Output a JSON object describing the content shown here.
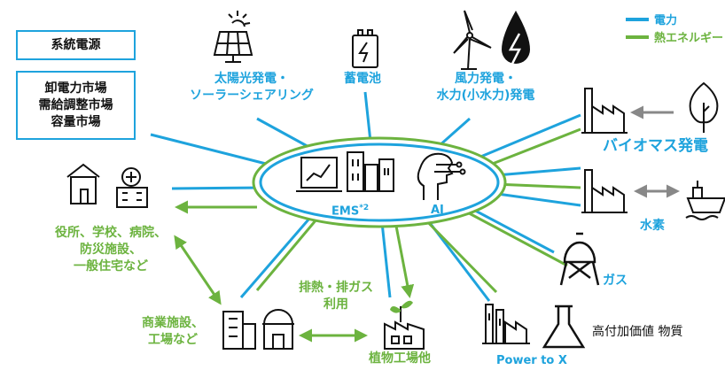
{
  "legend": {
    "electric": {
      "label": "電力",
      "color": "#1ea3dd"
    },
    "heat": {
      "label": "熱エネルギー",
      "color": "#6cb33f"
    }
  },
  "boxes": {
    "grid_source": "系統電源",
    "markets_line1": "卸電力市場",
    "markets_line2": "需給調整市場",
    "markets_line3": "容量市場"
  },
  "hub": {
    "ems_label": "EMS",
    "ems_superscript": "*2",
    "ai_label": "AI"
  },
  "nodes": {
    "solar_line1": "太陽光発電・",
    "solar_line2": "ソーラーシェアリング",
    "battery": "蓄電池",
    "wind_line1": "風力発電・",
    "wind_line2": "水力(小水力)発電",
    "biomass": "バイオマス発電",
    "hydrogen": "水素",
    "gas": "ガス",
    "power_to_x": "Power to X",
    "high_value": "高付加価値 物質",
    "plant_factory": "植物工場他",
    "waste_heat_line1": "排熱・排ガス",
    "waste_heat_line2": "利用",
    "commercial_line1": "商業施設、",
    "commercial_line2": "工場など",
    "public_line1": "役所、学校、病院、",
    "public_line2": "防災施設、",
    "public_line3": "一般住宅など"
  },
  "icons": [
    "sun-icon",
    "solar-panel-icon",
    "battery-icon",
    "wind-turbine-icon",
    "lightning-drop-icon",
    "factory-icon",
    "tree-icon",
    "ship-icon",
    "gas-tank-icon",
    "flask-icon",
    "plant-factory-icon",
    "building-icon",
    "storehouse-icon",
    "house-icon",
    "hospital-icon",
    "monitor-chart-icon",
    "city-buildings-icon",
    "ai-head-icon"
  ]
}
